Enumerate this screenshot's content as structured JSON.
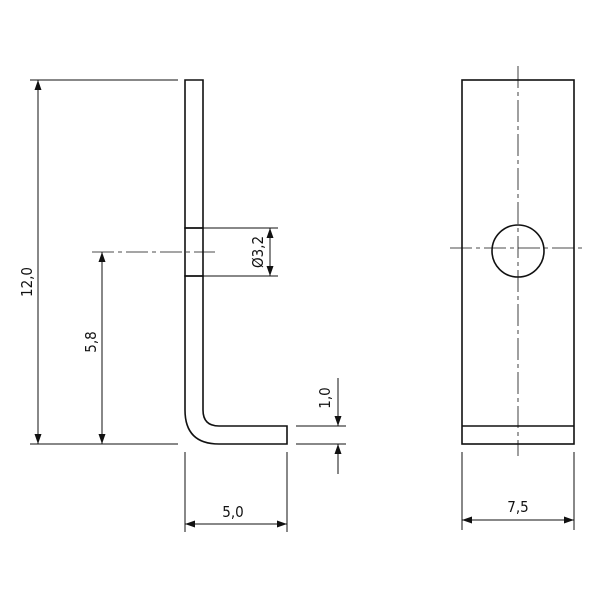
{
  "dimensions": {
    "height_total": "12,0",
    "hole_height": "5,8",
    "hole_diameter": "Ø3,2",
    "thickness": "1,0",
    "leg_length": "5,0",
    "width": "7,5"
  }
}
